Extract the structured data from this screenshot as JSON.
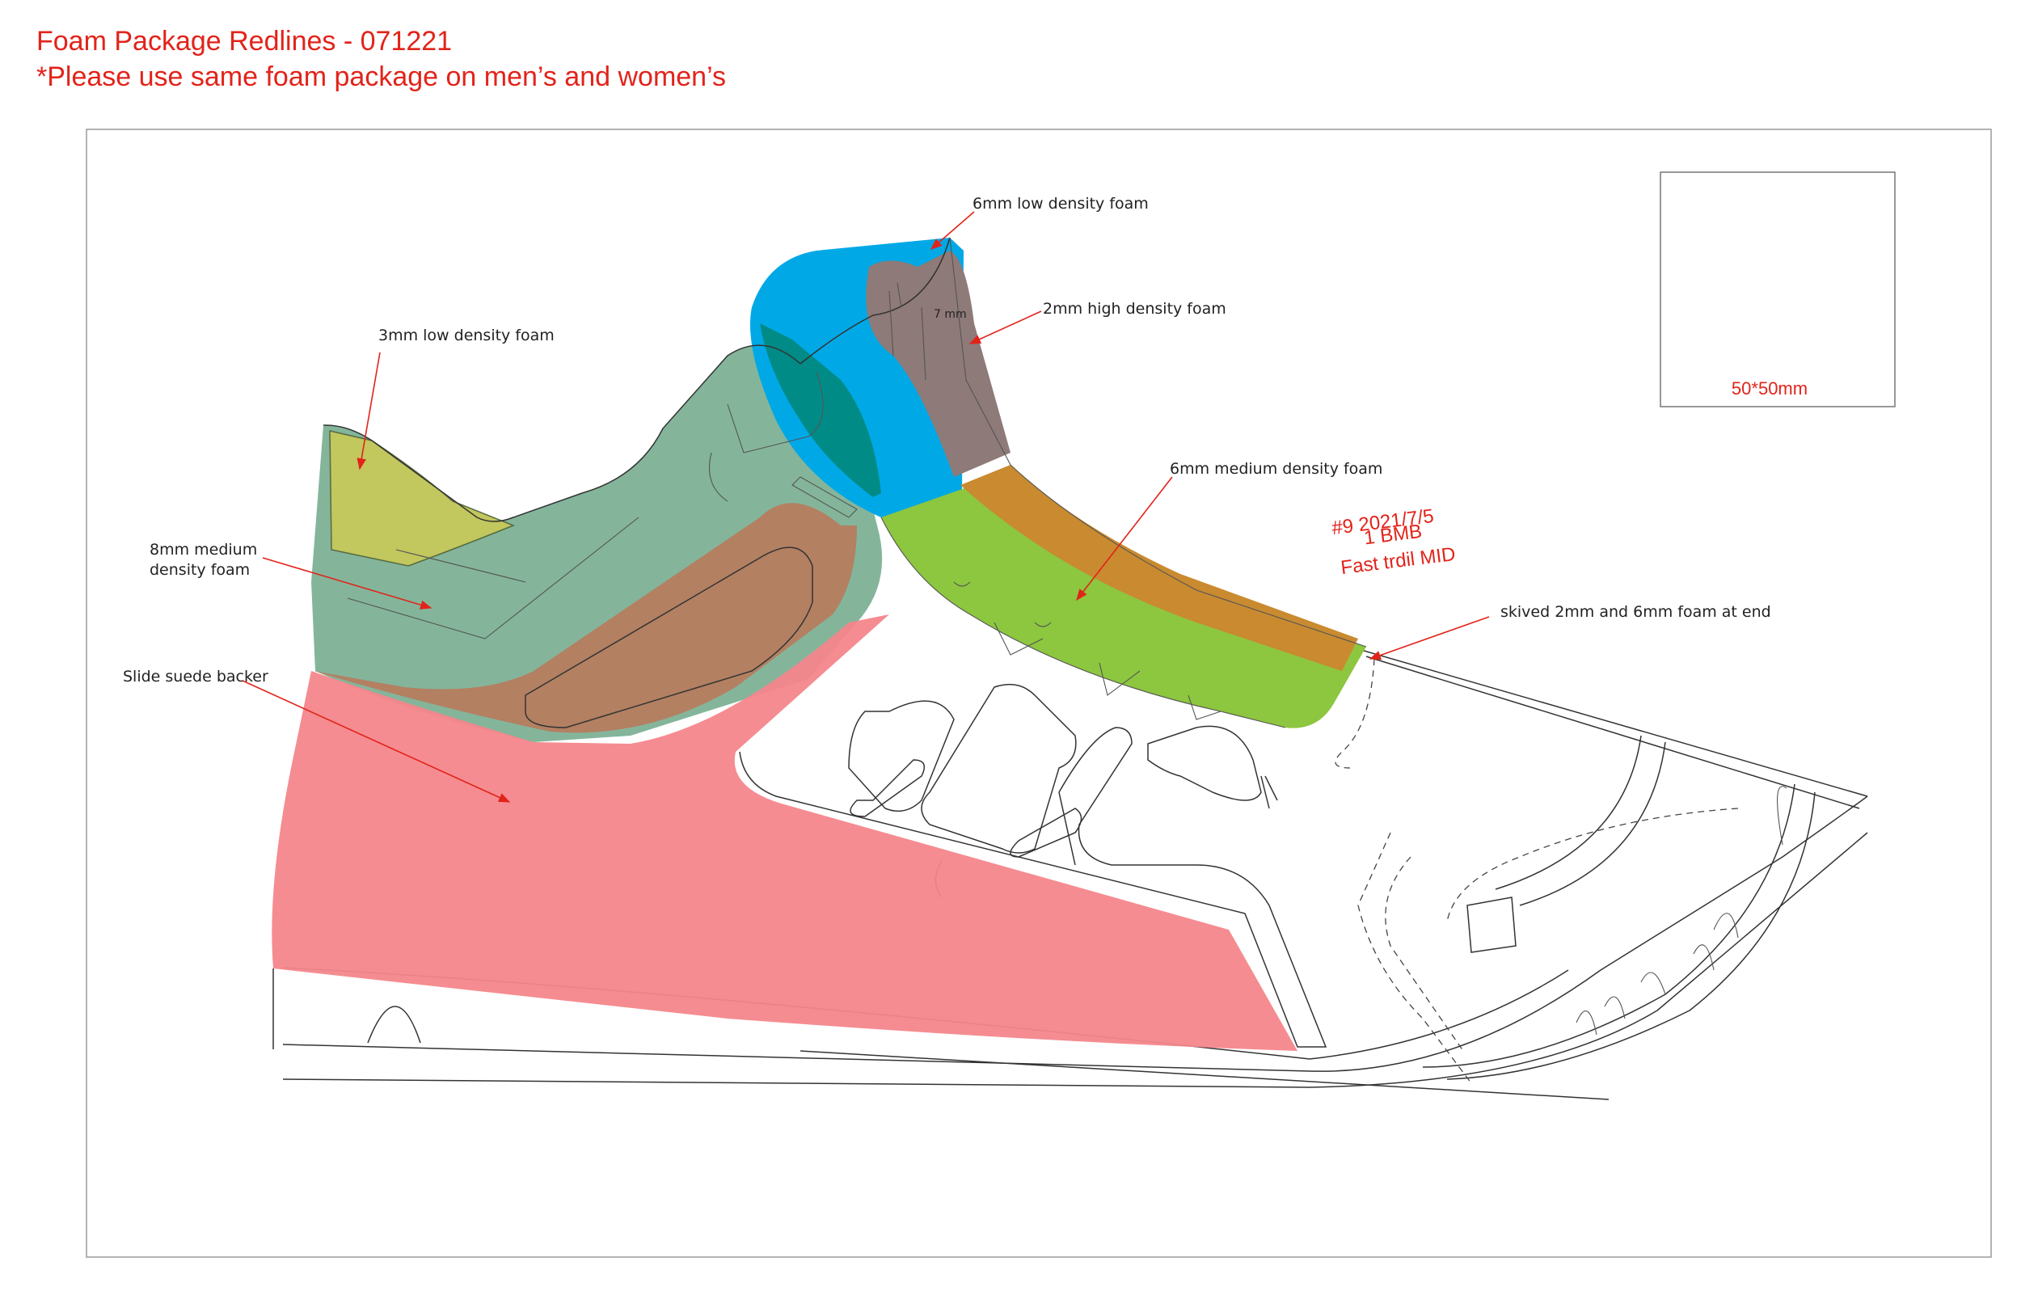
{
  "header": {
    "title": "Foam Package Redlines - 071221",
    "note": "*Please use same foam package on men’s and women’s"
  },
  "scale_box": {
    "label": "50*50mm"
  },
  "callouts": {
    "low6": "6mm low density foam",
    "high2": "2mm high density foam",
    "low3": "3mm low density foam",
    "med6": "6mm medium density foam",
    "med8_line1": "8mm medium",
    "med8_line2": "density foam",
    "suede": "Slide suede backer",
    "skived": "skived 2mm and 6mm foam at end",
    "dim": "7 mm"
  },
  "stamp": {
    "line1": "#9  2021/7/5",
    "line2": "1 BMB",
    "line3": "Fast trdil   MID"
  },
  "colors": {
    "accent_red": "#e2231a",
    "low_density_6mm": "#00a8e6",
    "high_density_2mm": "#8e7a78",
    "low_density_3mm": "#c2c75e",
    "medium_density_6mm": "#8dc63f",
    "medium_density_8mm": "#6fa88a",
    "suede_backer": "#f4868b",
    "overlap_orange": "#c98a30",
    "overlap_brown": "#b87a5c",
    "overlap_teal": "#008b86"
  }
}
